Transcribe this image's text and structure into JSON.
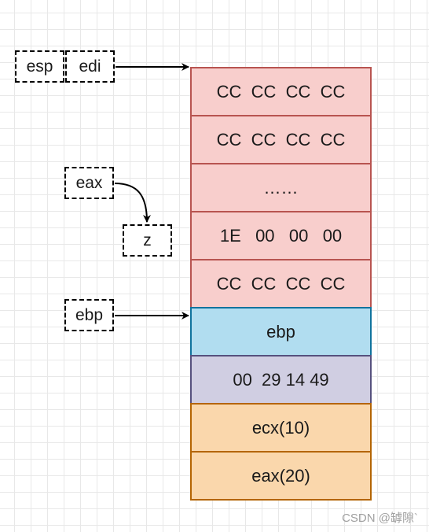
{
  "stack_cells": [
    {
      "text": "CC  CC  CC  CC",
      "kind": "red"
    },
    {
      "text": "CC  CC  CC  CC",
      "kind": "red"
    },
    {
      "text": "……",
      "kind": "red"
    },
    {
      "text": "1E   00   00   00",
      "kind": "red"
    },
    {
      "text": "CC  CC  CC  CC",
      "kind": "red"
    },
    {
      "text": "ebp",
      "kind": "blue"
    },
    {
      "text": "00  29 14 49",
      "kind": "purple"
    },
    {
      "text": "ecx(10)",
      "kind": "orange"
    },
    {
      "text": "eax(20)",
      "kind": "orange"
    }
  ],
  "labels": {
    "esp": "esp",
    "edi": "edi",
    "eax": "eax",
    "z": "z",
    "ebp": "ebp"
  },
  "colors": {
    "red_fill": "#f8cecc",
    "red_stroke": "#b85450",
    "blue_fill": "#b1ddf0",
    "blue_stroke": "#10739e",
    "purple_fill": "#d0cee2",
    "purple_stroke": "#56517e",
    "orange_fill": "#fad7ac",
    "orange_stroke": "#b46504"
  },
  "watermark": "CSDN @罅隙`"
}
